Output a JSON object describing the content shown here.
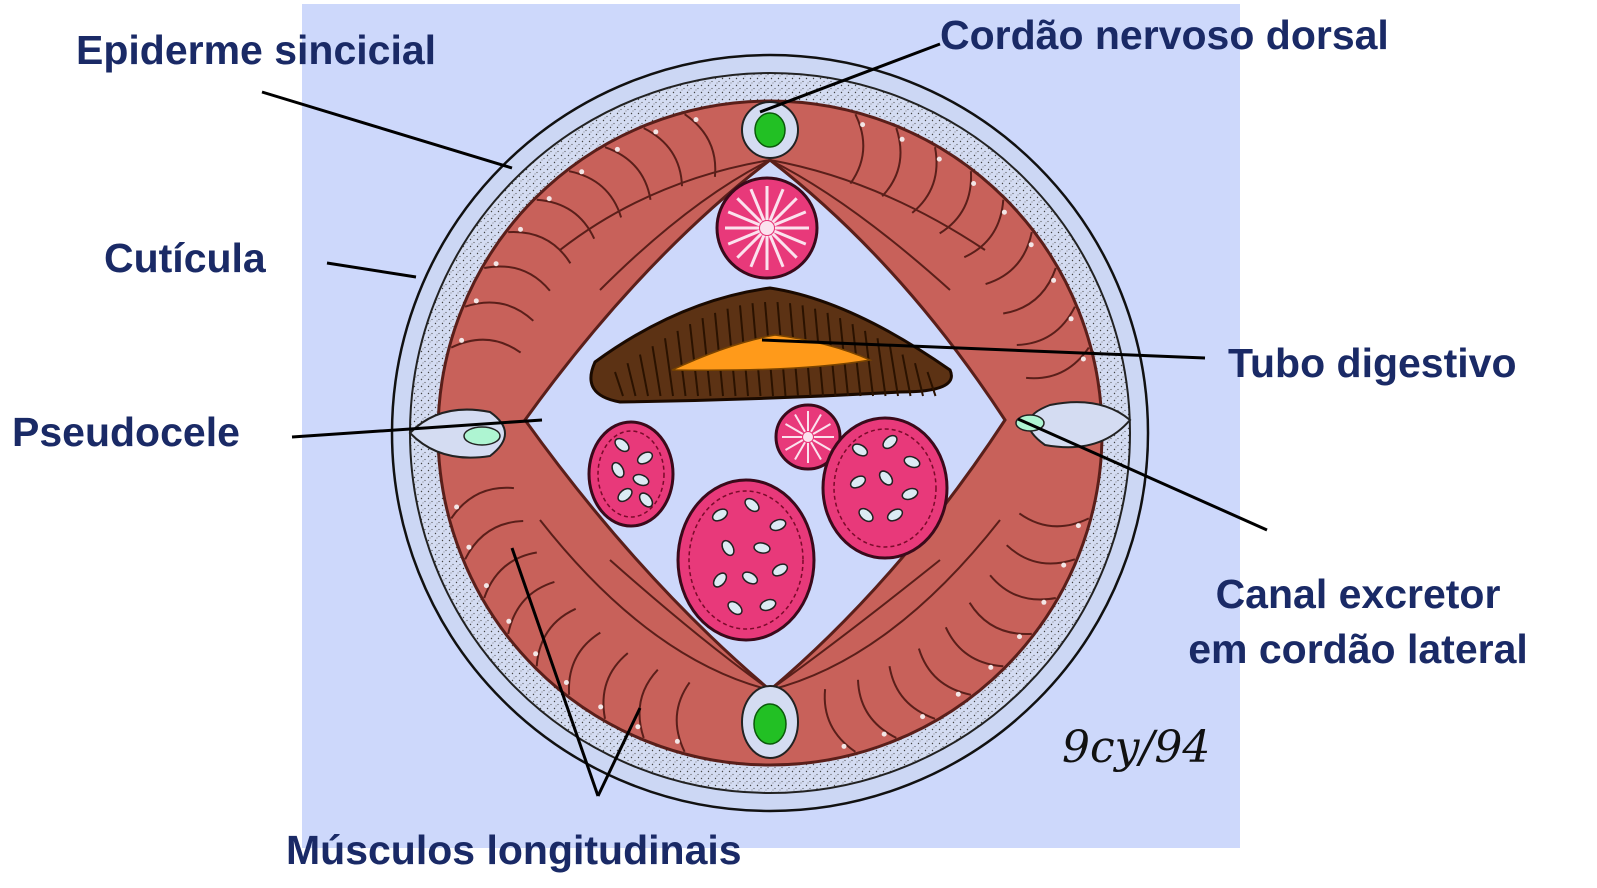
{
  "labels": {
    "epiderme": "Epiderme sincicial",
    "cordao_dorsal": "Cordão nervoso dorsal",
    "cuticula": "Cutícula",
    "tubo": "Tubo digestivo",
    "pseudocele": "Pseudocele",
    "canal_line1": "Canal excretor",
    "canal_line2": "em cordão lateral",
    "musculos": "Músculos longitudinais"
  },
  "signature": "9cy/94",
  "colors": {
    "background_panel": "#cdd8fb",
    "label_text": "#1a2a66",
    "cuticle_layer": "#ccd7f4",
    "muscle": "#c8615a",
    "muscle_edge": "#5a1f1a",
    "gonad": "#e8397a",
    "gut_wall": "#5c3214",
    "gut_lumen": "#ff9a1a",
    "nerve_cord": "#22c024",
    "excretory_canal": "#aef5d2"
  },
  "icons": [
    "nematode-cross-section"
  ]
}
